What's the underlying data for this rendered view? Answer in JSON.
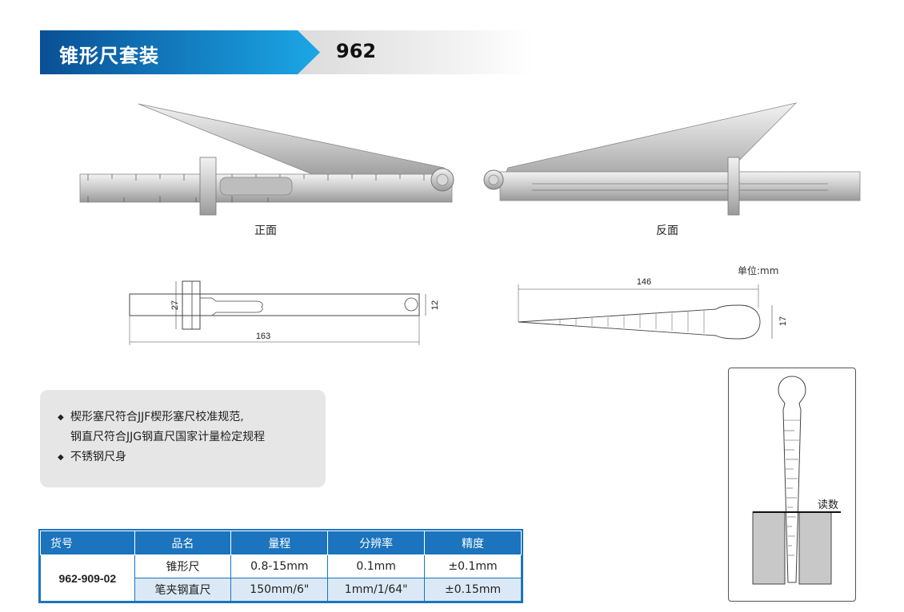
{
  "header": {
    "title": "锥形尺套装",
    "model": "962",
    "gradient_from": "#0a4f95",
    "gradient_to": "#1ba7e6"
  },
  "photos": {
    "front_caption": "正面",
    "back_caption": "反面"
  },
  "drawings": {
    "unit_note": "单位:mm",
    "ruler_height": "27",
    "ruler_width": "12",
    "ruler_length": "163",
    "gauge_length": "146",
    "gauge_width": "17"
  },
  "features": {
    "line1": "楔形塞尺符合JJF楔形塞尺校准规范,",
    "line2": "钢直尺符合JJG钢直尺国家计量检定规程",
    "line3": "不锈钢尺身",
    "bullet": "◆"
  },
  "table": {
    "headers": [
      "货号",
      "品名",
      "量程",
      "分辨率",
      "精度"
    ],
    "code": "962-909-02",
    "rows": [
      {
        "name": "锥形尺",
        "range": "0.8-15mm",
        "resolution": "0.1mm",
        "accuracy": "±0.1mm"
      },
      {
        "name": "笔夹钢直尺",
        "range": "150mm/6\"",
        "resolution": "1mm/1/64\"",
        "accuracy": "±0.15mm"
      }
    ],
    "header_color": "#1b74bd",
    "alt_row_color": "#dbe9f6"
  },
  "reading": {
    "label": "读数"
  }
}
